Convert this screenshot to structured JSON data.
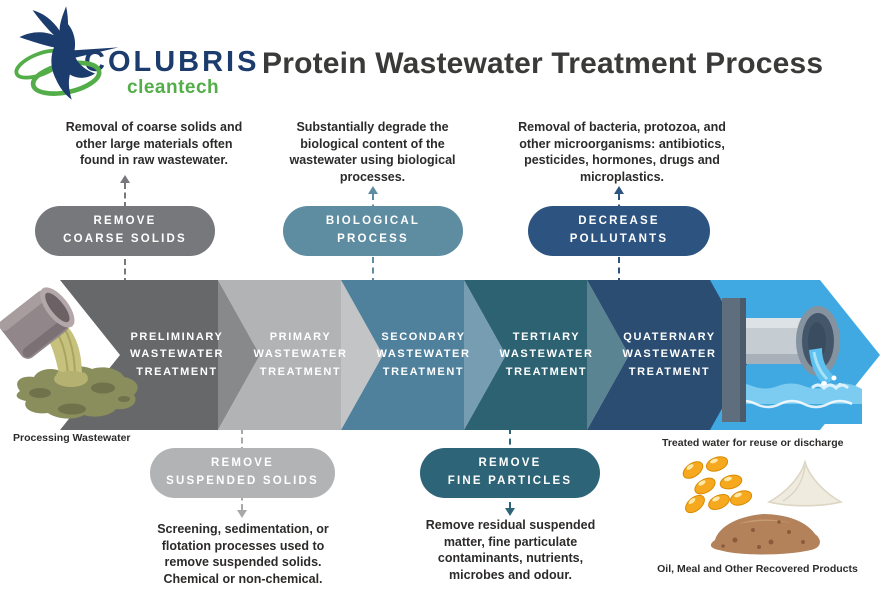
{
  "logo": {
    "brand": "COLUBRIS",
    "tagline": "cleantech",
    "brand_color": "#1d3c6e",
    "tagline_color": "#53ae49"
  },
  "title": {
    "text": "Protein Wastewater Treatment Process",
    "color": "#3a3a39"
  },
  "top_notes": [
    {
      "lines": [
        "Removal of coarse solids and",
        "other large materials often",
        "found in raw wastewater."
      ]
    },
    {
      "lines": [
        "Substantially degrade the",
        "biological content of the",
        "wastewater using biological",
        "processes."
      ]
    },
    {
      "lines": [
        "Removal of bacteria, protozoa, and",
        "other microorganisms: antibiotics,",
        "pesticides, hormones, drugs and",
        "microplastics."
      ]
    }
  ],
  "top_pills": [
    {
      "lines": [
        "REMOVE",
        "COARSE SOLIDS"
      ],
      "color": "#77787b"
    },
    {
      "lines": [
        "BIOLOGICAL",
        "PROCESS"
      ],
      "color": "#5e8da1"
    },
    {
      "lines": [
        "DECREASE",
        "POLLUTANTS"
      ],
      "color": "#2d5480"
    }
  ],
  "connectors": {
    "top": [
      {
        "color": "#77787b"
      },
      {
        "color": "#5e8da1"
      },
      {
        "color": "#2d5480"
      }
    ],
    "bottom": [
      {
        "color": "#a7a8aa"
      },
      {
        "color": "#2e6478"
      }
    ]
  },
  "flow": {
    "stages": [
      {
        "lines": [
          "PRELIMINARY",
          "WASTEWATER",
          "TREATMENT"
        ],
        "color": "#67686a"
      },
      {
        "lines": [
          "PRIMARY",
          "WASTEWATER",
          "TREATMENT"
        ],
        "color": "#b1b3b5"
      },
      {
        "lines": [
          "SECONDARY",
          "WASTEWATER",
          "TREATMENT"
        ],
        "color": "#4f819c"
      },
      {
        "lines": [
          "TERTIARY",
          "WASTEWATER",
          "TREATMENT"
        ],
        "color": "#2d6273"
      },
      {
        "lines": [
          "QUATERNARY",
          "WASTEWATER",
          "TREATMENT"
        ],
        "color": "#2b4d72"
      }
    ],
    "discharge_color": "#41a9e1"
  },
  "bottom_pills": [
    {
      "lines": [
        "REMOVE",
        "SUSPENDED SOLIDS"
      ],
      "color": "#b2b3b5"
    },
    {
      "lines": [
        "REMOVE",
        "FINE PARTICLES"
      ],
      "color": "#2e6478"
    }
  ],
  "bottom_notes": [
    {
      "lines": [
        "Screening, sedimentation, or",
        "flotation processes used to",
        "remove suspended solids.",
        "Chemical or non-chemical."
      ]
    },
    {
      "lines": [
        "Remove residual suspended",
        "matter, fine particulate",
        "contaminants, nutrients,",
        "microbes and odour."
      ]
    }
  ],
  "captions": {
    "processing": "Processing Wastewater",
    "treated": "Treated water for reuse or discharge",
    "recovered": "Oil, Meal and Other Recovered Products"
  }
}
